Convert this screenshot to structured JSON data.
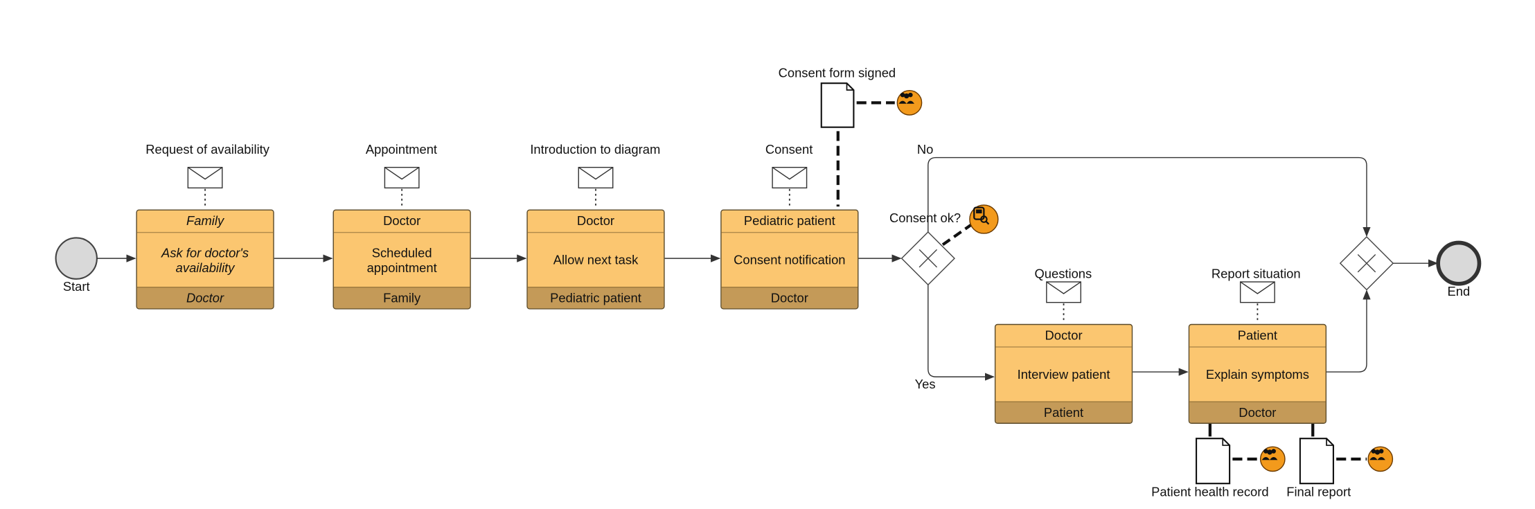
{
  "events": {
    "start": "Start",
    "end": "End"
  },
  "tasks": [
    {
      "top": "Family",
      "name": "Ask for doctor's availability",
      "bottom": "Doctor",
      "message": "Request of availability"
    },
    {
      "top": "Doctor",
      "name": "Scheduled appointment",
      "bottom": "Family",
      "message": "Appointment"
    },
    {
      "top": "Doctor",
      "name": "Allow next task",
      "bottom": "Pediatric patient",
      "message": "Introduction to diagram"
    },
    {
      "top": "Pediatric patient",
      "name": "Consent notification",
      "bottom": "Doctor",
      "message": "Consent"
    },
    {
      "top": "Doctor",
      "name": "Interview patient",
      "bottom": "Patient",
      "message": "Questions"
    },
    {
      "top": "Patient",
      "name": "Explain symptoms",
      "bottom": "Doctor",
      "message": "Report situation"
    }
  ],
  "gateway": {
    "question": "Consent ok?",
    "no": "No",
    "yes": "Yes"
  },
  "documents": {
    "consent_form": "Consent form signed",
    "health_record": "Patient health record",
    "final_report": "Final report"
  },
  "colors": {
    "task_fill": "#fbc670",
    "task_footer": "#c49a58",
    "badge": "#f39a1c",
    "event_fill": "#d9d9d9"
  },
  "icons": [
    "envelope-icon",
    "document-icon",
    "group-icon",
    "device-search-icon",
    "exclusive-gateway-icon"
  ]
}
